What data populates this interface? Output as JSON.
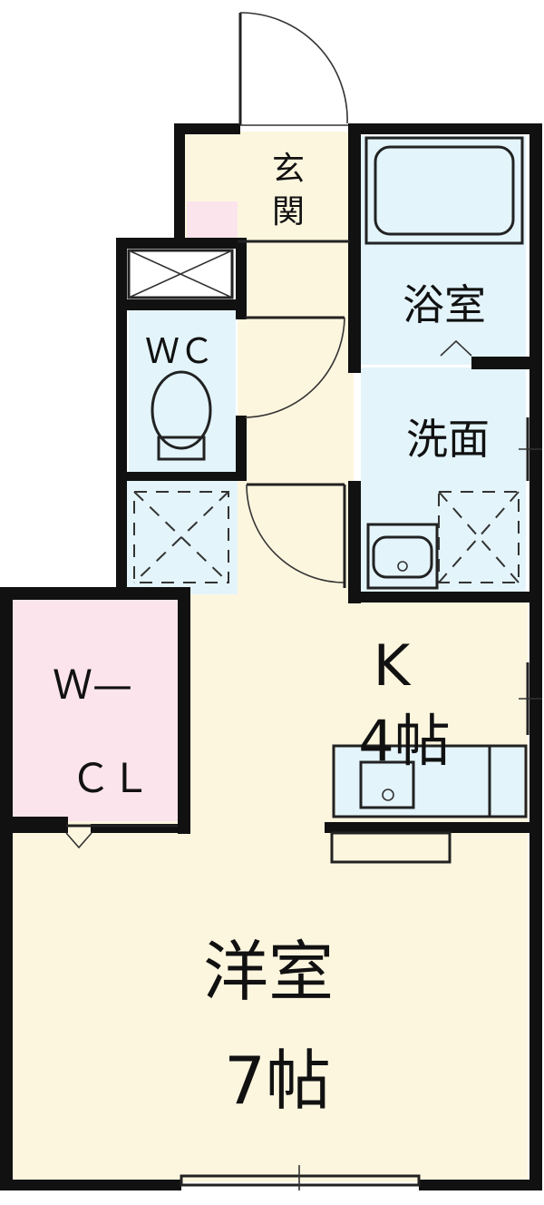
{
  "rooms": {
    "entrance": {
      "line1": "玄",
      "line2": "関"
    },
    "bath": "浴室",
    "wc": "ＷＣ",
    "washroom": "洗面",
    "kitchen": {
      "name": "K",
      "size": "4帖"
    },
    "walkin_closet": {
      "line1": "Ｗ—",
      "line2": "ＣＬ"
    },
    "western_room": {
      "name": "洋室",
      "size": "7帖"
    }
  },
  "colors": {
    "floor_beige": "#fdf6df",
    "wet_blue": "#e3f4fb",
    "closet_pink": "#fbe4ec",
    "wall": "#111111"
  }
}
